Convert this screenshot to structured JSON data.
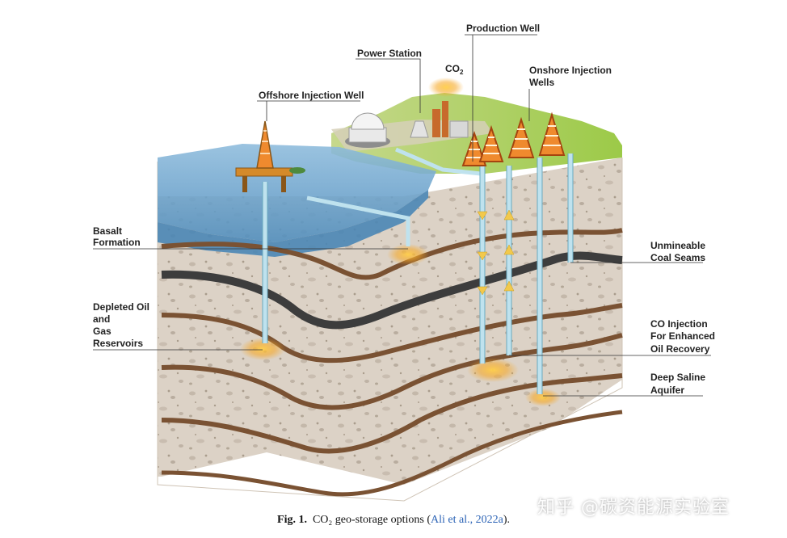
{
  "labels": {
    "production_well": "Production Well",
    "power_station": "Power Station",
    "co2": "CO",
    "co2_sub": "2",
    "onshore_line1": "Onshore Injection",
    "onshore_line2": "Wells",
    "offshore": "Offshore Injection Well",
    "basalt_line1": "Basalt",
    "basalt_line2": "Formation",
    "coal_line1": "Unmineable",
    "coal_line2": "Coal Seams",
    "depleted_line1": "Depleted Oil",
    "depleted_line2": "and",
    "depleted_line3": "Gas",
    "depleted_line4": "Reservoirs",
    "eor_line1": "CO Injection",
    "eor_line2": "For Enhanced",
    "eor_line3": "Oil Recovery",
    "saline_line1": "Deep Saline",
    "saline_line2": "Aquifer"
  },
  "caption": {
    "fig": "Fig. 1.",
    "text": "CO₂ geo-storage options (",
    "cite": "Ali et al., 2022a",
    "end": ")."
  },
  "watermark": "知乎 @碳资能源实验室",
  "colors": {
    "rock": "#d9cfc3",
    "sea": "#6aa2c9",
    "land": "#a9cf5a",
    "seam": "#3d3d3d",
    "layer": "#7a5233",
    "pipe": "#bfe2ee",
    "hotspot": "#f6a623"
  }
}
